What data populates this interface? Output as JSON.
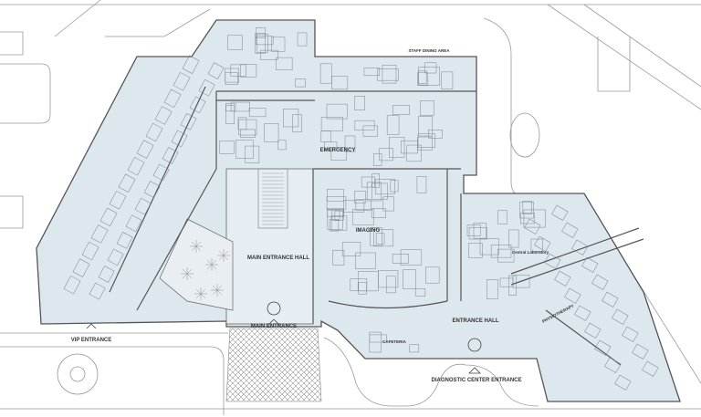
{
  "labels": {
    "main_entrance_hall": "MAIN ENTRANCE HALL",
    "main_entrance": "MAIN ENTRANCE",
    "vip_entrance": "VIP ENTRANCE",
    "emergency": "EMERGENCY",
    "imaging": "IMAGING",
    "entrance_hall": "ENTRANCE HALL",
    "diagnostic_center_entrance": "DIAGNOSTIC CENTER ENTRANCE",
    "cafeteria": "CAFETERIA",
    "physiotherapy": "PHYSIOTHERAPY",
    "central_laboratory": "Central Laboratory",
    "staff_dining_area": "STAFF DINING AREA"
  },
  "colors": {
    "building_fill": "#dde7ee",
    "hall_fill": "#e6eef3",
    "wall": "#555555",
    "site_lines": "#999999"
  }
}
